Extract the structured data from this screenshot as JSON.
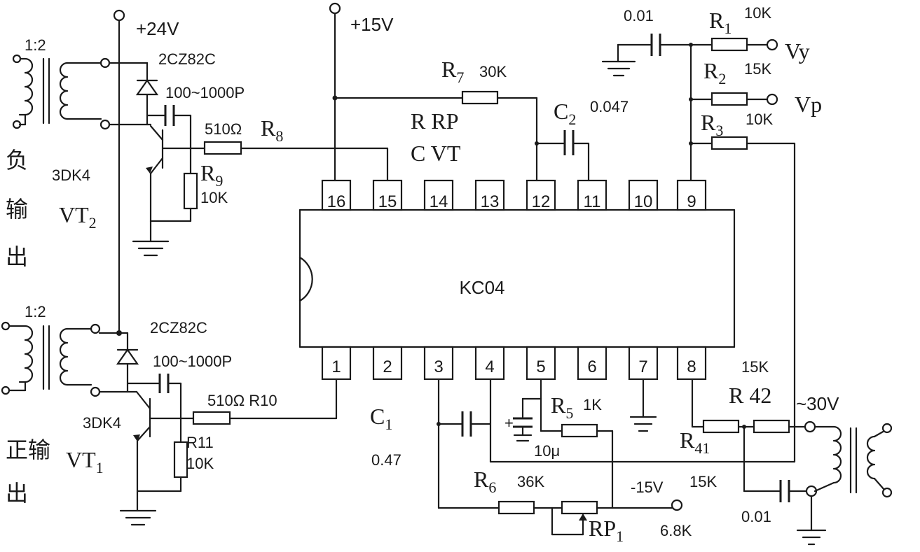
{
  "ic": {
    "name": "KC04",
    "pins_top": [
      "16",
      "15",
      "14",
      "13",
      "12",
      "11",
      "10",
      "9"
    ],
    "pins_bottom": [
      "1",
      "2",
      "3",
      "4",
      "5",
      "6",
      "7",
      "8"
    ]
  },
  "supplies": {
    "plus24": "+24V",
    "plus15": "+15V",
    "minus15": "-15V",
    "ac30": "~30V"
  },
  "top_stage": {
    "ratio": "1:2",
    "diode": "2CZ82C",
    "cap": "100~1000P",
    "transistor_type": "3DK4",
    "transistor_name": "VT",
    "transistor_sub": "2",
    "r8_value": "510Ω",
    "r8_name": "R",
    "r8_sub": "8",
    "r9_name": "R",
    "r9_sub": "9",
    "r9_value": "10K",
    "output_label": [
      "负",
      "输",
      "出"
    ]
  },
  "bottom_stage": {
    "ratio": "1:2",
    "diode": "2CZ82C",
    "cap": "100~1000P",
    "transistor_type": "3DK4",
    "transistor_name": "VT",
    "transistor_sub": "1",
    "r10_label": "510Ω R10",
    "r11_name": "R11",
    "r11_value": "10K",
    "output_label_a": "正输",
    "output_label_b": "出"
  },
  "upper_network": {
    "r7_name": "R",
    "r7_sub": "7",
    "r7_value": "30K",
    "legend_top": "R  RP",
    "legend_bottom": "C  VT",
    "c2_name": "C",
    "c2_sub": "2",
    "c2_value": "0.047",
    "cap_001": "0.01",
    "r1_name": "R",
    "r1_sub": "1",
    "r1_value": "10K",
    "vy": "Vy",
    "r2_name": "R",
    "r2_sub": "2",
    "r2_value": "15K",
    "vp": "Vp",
    "r3_name": "R",
    "r3_sub": "3",
    "r3_value": "10K"
  },
  "lower_network": {
    "c1_name": "C",
    "c1_sub": "1",
    "c1_value": "0.47",
    "r5_name": "R",
    "r5_sub": "5",
    "r5_value": "1K",
    "cap_10u": "10μ",
    "r6_name": "R",
    "r6_sub": "6",
    "r6_value": "36K",
    "rp1_name": "RP",
    "rp1_sub": "1",
    "rp1_value": "6.8K",
    "r42_value": "15K",
    "r42_name": "R 42",
    "r41_name": "R",
    "r41_sub": "41",
    "r41_value": "15K",
    "cap_001_b": "0.01"
  }
}
